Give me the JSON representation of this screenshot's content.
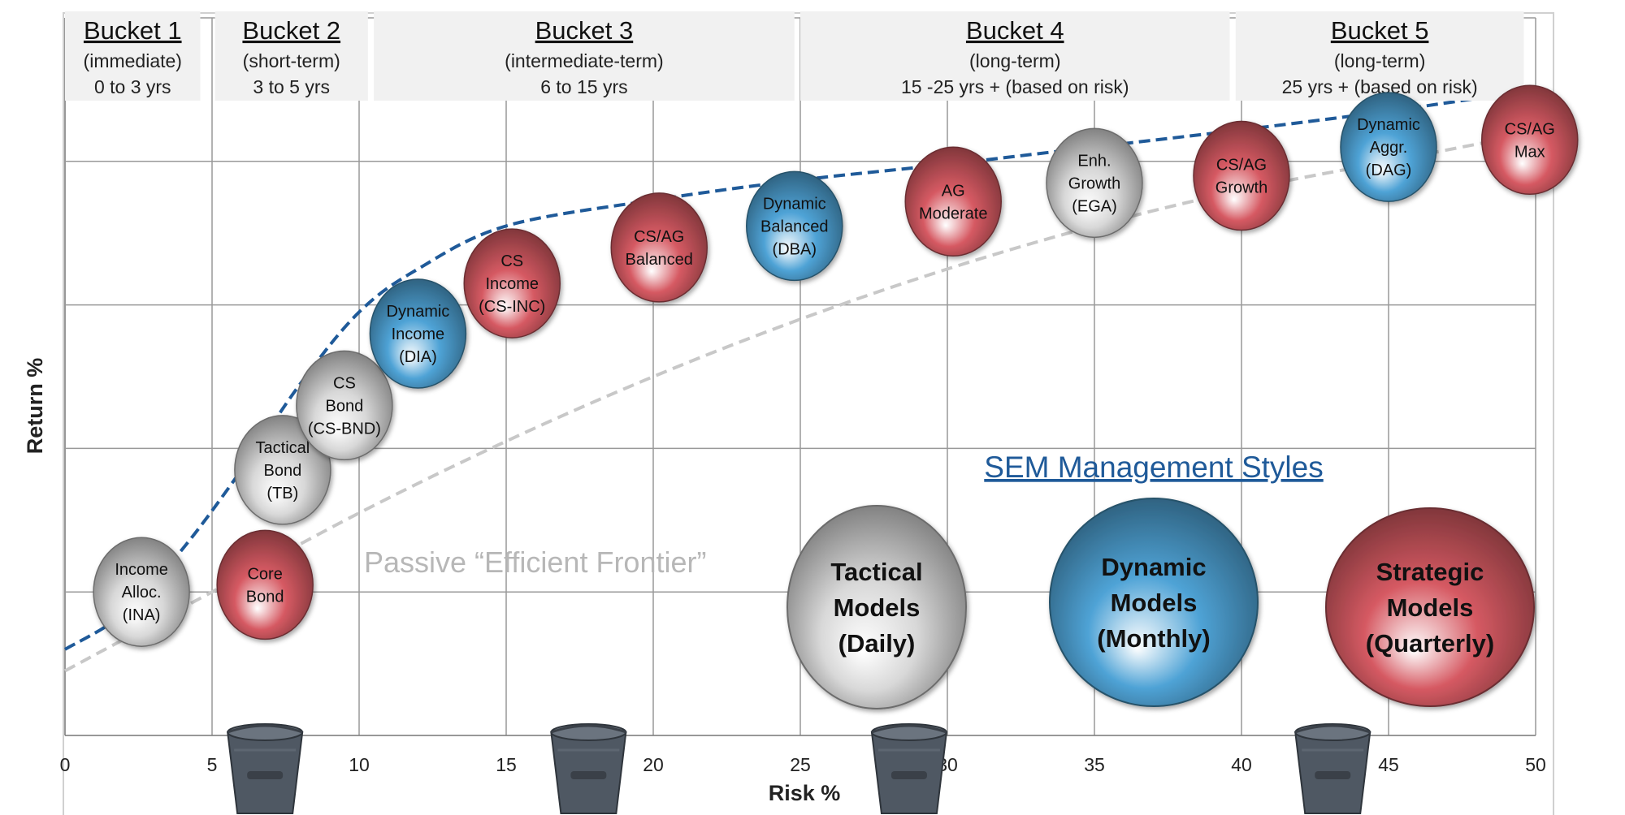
{
  "chart_data": {
    "type": "scatter",
    "xlabel": "Risk %",
    "ylabel": "Return %",
    "xlim": [
      0,
      50
    ],
    "ylim": [
      0,
      5
    ],
    "x_ticks": [
      0,
      5,
      10,
      15,
      20,
      25,
      30,
      35,
      40,
      45,
      50
    ],
    "x_tick_labels": [
      "0",
      "5",
      "10",
      "15",
      "20",
      "25",
      "30",
      "35",
      "40",
      "45",
      "50"
    ],
    "grid": true,
    "buckets": [
      {
        "title": "Bucket 1",
        "line1": "(immediate)",
        "line2": "0 to 3 yrs",
        "range": [
          0,
          4.6
        ]
      },
      {
        "title": "Bucket 2",
        "line1": "(short-term)",
        "line2": "3 to 5 yrs",
        "range": [
          5.1,
          10.3
        ]
      },
      {
        "title": "Bucket 3",
        "line1": "(intermediate-term)",
        "line2": "6 to 15 yrs",
        "range": [
          10.5,
          24.8
        ]
      },
      {
        "title": "Bucket 4",
        "line1": "(long-term)",
        "line2": "15 -25 yrs + (based on risk)",
        "range": [
          25.0,
          39.6
        ]
      },
      {
        "title": "Bucket 5",
        "line1": "(long-term)",
        "line2": "25 yrs + (based on risk)",
        "range": [
          39.8,
          49.6
        ]
      }
    ],
    "bucket_icon_x": [
      6.8,
      17.8,
      28.7,
      43.1
    ],
    "series": [
      {
        "name": "Tactical",
        "color": "#d8d8d8",
        "points": [
          {
            "label": [
              "Income",
              "Alloc.",
              "(INA)"
            ],
            "x": 2.6,
            "y": 1.0
          },
          {
            "label": [
              "Tactical",
              "Bond",
              "(TB)"
            ],
            "x": 7.4,
            "y": 1.85
          },
          {
            "label": [
              "CS",
              "Bond",
              "(CS-BND)"
            ],
            "x": 9.5,
            "y": 2.3
          },
          {
            "label": [
              "Enh.",
              "Growth",
              "(EGA)"
            ],
            "x": 35.0,
            "y": 3.85
          }
        ]
      },
      {
        "name": "Dynamic",
        "color": "#4fa3d6",
        "points": [
          {
            "label": [
              "Dynamic",
              "Income",
              "(DIA)"
            ],
            "x": 12.0,
            "y": 2.8
          },
          {
            "label": [
              "Dynamic",
              "Balanced",
              "(DBA)"
            ],
            "x": 24.8,
            "y": 3.55
          },
          {
            "label": [
              "Dynamic",
              "Aggr.",
              "(DAG)"
            ],
            "x": 45.0,
            "y": 4.1
          }
        ]
      },
      {
        "name": "Strategic",
        "color": "#d65a63",
        "points": [
          {
            "label": [
              "Core",
              "Bond"
            ],
            "x": 6.8,
            "y": 1.05
          },
          {
            "label": [
              "CS",
              "Income",
              "(CS-INC)"
            ],
            "x": 15.2,
            "y": 3.15
          },
          {
            "label": [
              "CS/AG",
              "Balanced"
            ],
            "x": 20.2,
            "y": 3.4
          },
          {
            "label": [
              "AG",
              "Moderate"
            ],
            "x": 30.2,
            "y": 3.72
          },
          {
            "label": [
              "CS/AG",
              "Growth"
            ],
            "x": 40.0,
            "y": 3.9
          },
          {
            "label": [
              "CS/AG",
              "Max"
            ],
            "x": 49.8,
            "y": 4.15
          }
        ]
      }
    ],
    "frontier_label": "Passive “Efficient Frontier”",
    "legend_title": "SEM Management Styles",
    "legend": [
      {
        "label": [
          "Tactical",
          "Models",
          "(Daily)"
        ],
        "color": "#d8d8d8"
      },
      {
        "label": [
          "Dynamic",
          "Models",
          "(Monthly)"
        ],
        "color": "#4fa3d6"
      },
      {
        "label": [
          "Strategic",
          "Models",
          "(Quarterly)"
        ],
        "color": "#d65a63"
      }
    ],
    "sem_curve": [
      [
        0,
        0.6
      ],
      [
        2,
        0.85
      ],
      [
        4,
        1.3
      ],
      [
        6,
        1.85
      ],
      [
        8,
        2.45
      ],
      [
        10,
        2.95
      ],
      [
        12,
        3.25
      ],
      [
        15,
        3.55
      ],
      [
        20,
        3.73
      ],
      [
        25,
        3.87
      ],
      [
        30,
        3.98
      ],
      [
        35,
        4.1
      ],
      [
        40,
        4.22
      ],
      [
        45,
        4.35
      ],
      [
        50,
        4.5
      ]
    ],
    "passive_curve": [
      [
        0,
        0.45
      ],
      [
        5,
        1.0
      ],
      [
        10,
        1.55
      ],
      [
        15,
        2.05
      ],
      [
        20,
        2.5
      ],
      [
        25,
        2.9
      ],
      [
        30,
        3.25
      ],
      [
        35,
        3.55
      ],
      [
        40,
        3.8
      ],
      [
        45,
        4.0
      ],
      [
        50,
        4.2
      ]
    ]
  }
}
